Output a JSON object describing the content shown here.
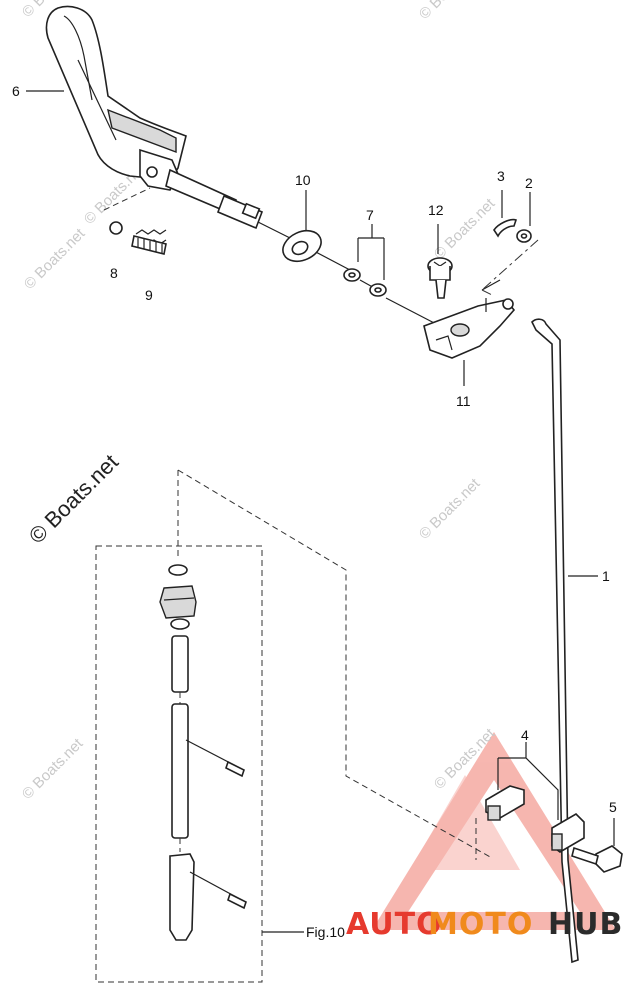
{
  "callouts": {
    "c1": "1",
    "c2": "2",
    "c3": "3",
    "c4": "4",
    "c5": "5",
    "c6": "6",
    "c7": "7",
    "c8": "8",
    "c9": "9",
    "c10": "10",
    "c11": "11",
    "c12": "12"
  },
  "fig_label": "Fig.10",
  "watermark": {
    "small": "© Boats.net",
    "large": "© Boats.net"
  },
  "brand": {
    "part1": "AUTO",
    "part2": "MOTO",
    "part3": "HUB",
    "color_red": "#e63a2e",
    "color_orange": "#f08a1c",
    "color_dark": "#2b2b2b"
  }
}
